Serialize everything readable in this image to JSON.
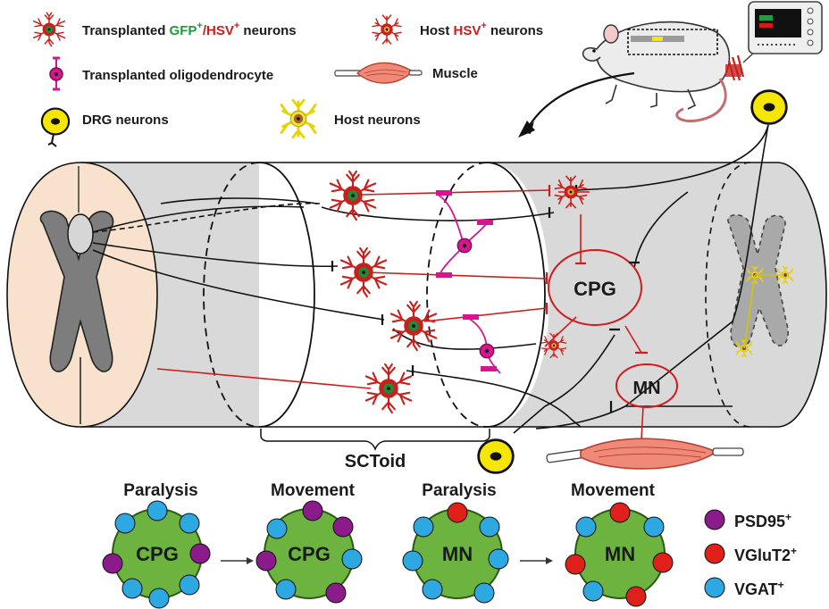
{
  "legend": {
    "transplanted_neurons": {
      "prefix": "Transplanted ",
      "gfp": "GFP",
      "plus1": "+",
      "slash": "/",
      "hsv": "HSV",
      "plus2": "+",
      "suffix": " neurons"
    },
    "host_hsv_neurons": {
      "prefix": "Host ",
      "hsv": "HSV",
      "plus": "+",
      "suffix": " neurons"
    },
    "oligodendrocyte": "Transplanted oligodendrocyte",
    "muscle": "Muscle",
    "drg": "DRG neurons",
    "host_neurons": "Host neurons"
  },
  "labels": {
    "cpg": "CPG",
    "mn": "MN",
    "sctoid": "SCToid"
  },
  "bottom": {
    "states": [
      {
        "title": "Paralysis",
        "center": "CPG"
      },
      {
        "title": "Movement",
        "center": "CPG"
      },
      {
        "title": "Paralysis",
        "center": "MN"
      },
      {
        "title": "Movement",
        "center": "MN"
      }
    ],
    "key": [
      {
        "name": "PSD95",
        "sup": "+",
        "color": "#8b1a8b"
      },
      {
        "name": "VGluT2",
        "sup": "+",
        "color": "#e0201b"
      },
      {
        "name": "VGAT",
        "sup": "+",
        "color": "#2ea8e0"
      }
    ]
  },
  "colors": {
    "red_neuron": "#c8201c",
    "green_nucleus": "#1f8a3a",
    "magenta": "#d6168e",
    "cord_gray": "#d9d9d9",
    "green_fill": "#6db33f",
    "drg_yellow": "#f5e300"
  }
}
